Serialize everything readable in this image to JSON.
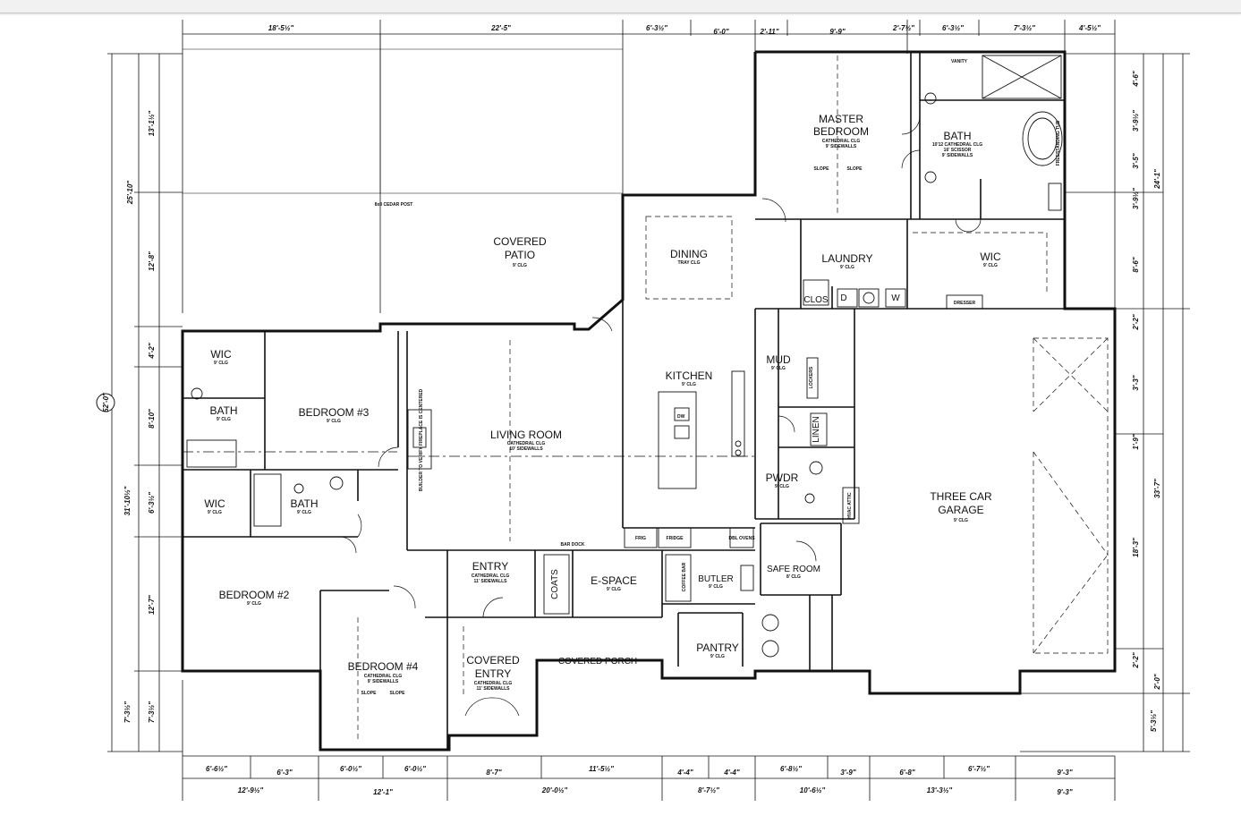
{
  "window": {
    "title": ""
  },
  "overall_dims": {
    "left_total": "52'-0\""
  },
  "top_dims_row1": [
    "18'-5½\"",
    "22'-5\"",
    "6'-3½\"",
    "6'-0\"",
    "2'-11\"",
    "9'-9\"",
    "2'-7½\"",
    "6'-3½\"",
    "7'-3½\"",
    "4'-5½\""
  ],
  "bottom_dims_row1": [
    "6'-6½\"",
    "6'-3\"",
    "6'-0½\"",
    "6'-0½\"",
    "8'-7\"",
    "11'-5½\"",
    "4'-4\"",
    "4'-4\"",
    "6'-8½\"",
    "3'-9\"",
    "6'-8\"",
    "6'-7½\"",
    "9'-3\""
  ],
  "bottom_dims_row2": [
    "12'-9½\"",
    "12'-1\"",
    "20'-0½\"",
    "8'-7½\"",
    "10'-6½\"",
    "13'-3½\"",
    "9'-3\""
  ],
  "left_dims": [
    "13'-1½\"",
    "25'-10\"",
    "12'-8\"",
    "4'-2\"",
    "8'-10\"",
    "31'-10½\"",
    "6'-3½\"",
    "12'-7\"",
    "7'-3½\"",
    "7'-3½\""
  ],
  "right_dims": [
    "4'-6\"",
    "3'-9½\"",
    "3'-5\"",
    "24'-1\"",
    "3'-9½\"",
    "8'-6\"",
    "2'-2\"",
    "3'-3\"",
    "1'-9\"",
    "33'-7\"",
    "18'-3\"",
    "2'-2\"",
    "2'-0\"",
    "5'-3½\""
  ],
  "rooms": {
    "covered_patio": {
      "name1": "COVERED",
      "name2": "PATIO",
      "sub": "9' CLG"
    },
    "master_bedroom": {
      "name1": "MASTER",
      "name2": "BEDROOM",
      "sub1": "CATHEDRAL CLG",
      "sub2": "9' SIDEWALLS"
    },
    "master_bath": {
      "name": "BATH",
      "sub1": "10'12 CATHEDRAL CLG",
      "sub2": "16' SCISSOR",
      "sub3": "9' SIDEWALLS"
    },
    "dining": {
      "name": "DINING",
      "sub": "TRAY CLG"
    },
    "laundry": {
      "name": "LAUNDRY",
      "sub": "9' CLG"
    },
    "wic_master": {
      "name": "WIC",
      "sub": "9' CLG"
    },
    "kitchen": {
      "name": "KITCHEN",
      "sub": "9' CLG"
    },
    "living_room": {
      "name": "LIVING ROOM",
      "sub1": "CATHEDRAL CLG",
      "sub2": "10' SIDEWALLS"
    },
    "mud": {
      "name": "MUD",
      "sub": "9' CLG"
    },
    "pwdr": {
      "name": "PWDR",
      "sub": "9' CLG"
    },
    "garage": {
      "name1": "THREE CAR",
      "name2": "GARAGE",
      "sub": "9' CLG"
    },
    "bedroom3": {
      "name": "BEDROOM #3",
      "sub": "9' CLG"
    },
    "wic_upper": {
      "name": "WIC",
      "sub": "9' CLG"
    },
    "bath_upper": {
      "name": "BATH",
      "sub": "9' CLG"
    },
    "wic_lower": {
      "name": "WIC",
      "sub": "9' CLG"
    },
    "bath_lower": {
      "name": "BATH",
      "sub": "9' CLG"
    },
    "bedroom2": {
      "name": "BEDROOM #2",
      "sub": "9' CLG"
    },
    "bedroom4": {
      "name": "BEDROOM #4",
      "sub1": "CATHEDRAL CLG",
      "sub2": "9' SIDEWALLS"
    },
    "entry": {
      "name": "ENTRY",
      "sub1": "CATHEDRAL CLG",
      "sub2": "11' SIDEWALLS"
    },
    "covered_entry": {
      "name1": "COVERED",
      "name2": "ENTRY",
      "sub1": "CATHEDRAL CLG",
      "sub2": "11' SIDEWALLS"
    },
    "e_space": {
      "name": "E-SPACE",
      "sub": "9' CLG"
    },
    "butler": {
      "name": "BUTLER",
      "sub": "9' CLG"
    },
    "pantry": {
      "name": "PANTRY",
      "sub": "9' CLG"
    },
    "safe_room": {
      "name": "SAFE ROOM",
      "sub": "8' CLG"
    },
    "covered_porch": {
      "name": "COVERED PORCH"
    },
    "coats": {
      "name": "COATS"
    },
    "clos": {
      "name": "CLOS"
    },
    "linen": {
      "name": "LINEN"
    },
    "lockers": {
      "name": "LOCKERS"
    }
  },
  "notes": {
    "fireplace": "BUILDER TO VERIFY FIREPLACE IS CENTERED",
    "cedar_post": "8x8 CEDAR POST",
    "frig": "FRIG",
    "fridge": "FRIDGE",
    "dbl_ovens": "DBL OVENS",
    "hvac": "HVAC ATTIC",
    "dresser": "DRESSER",
    "vanity": "VANITY",
    "freestanding_tub": "FREESTANDING TUB",
    "washer": "W",
    "dryer": "D",
    "dw": "DW",
    "slope": "SLOPE",
    "coffee_bar": "COFFEE BAR",
    "bar_dock": "BAR DOCK"
  }
}
